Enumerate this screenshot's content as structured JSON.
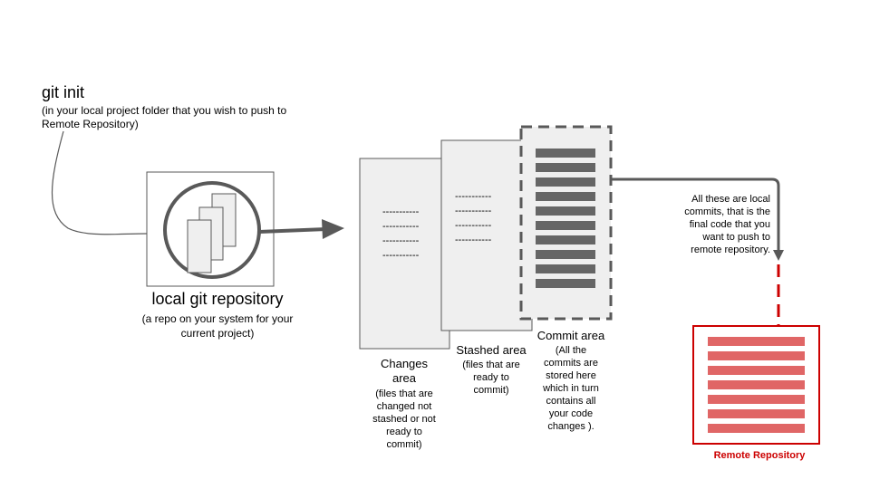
{
  "git_init": {
    "title": "git init",
    "subtitle_line1": "(in your local project folder that you wish to push to",
    "subtitle_line2": "Remote Repository)"
  },
  "local_repo": {
    "title": "local git repository",
    "subtitle_line1": "(a repo on your system for your",
    "subtitle_line2": "current project)"
  },
  "changes_area": {
    "label_line1": "Changes",
    "label_line2": "area",
    "desc_lines": [
      "(files that are",
      "changed not",
      "stashed or not",
      "ready to",
      "commit)"
    ]
  },
  "stashed_area": {
    "label": "Stashed area",
    "desc_lines": [
      "(files that are",
      "ready to",
      "commit)"
    ]
  },
  "commit_area": {
    "label": "Commit area",
    "desc_lines": [
      "(All the",
      "commits are",
      "stored here",
      "which in turn",
      "contains all",
      "your code",
      "changes )."
    ]
  },
  "local_commits_note": {
    "lines": [
      "All these are local",
      "commits, that is the",
      "final code that you",
      "want to push to",
      "remote repository."
    ]
  },
  "remote_repo": {
    "label": "Remote Repository"
  },
  "placeholder_dashes": "-----------",
  "colors": {
    "box_fill": "#efefef",
    "line_gray": "#595959",
    "bar_gray": "#666666",
    "remote_red": "#cc0000",
    "remote_bar": "#e06666"
  }
}
